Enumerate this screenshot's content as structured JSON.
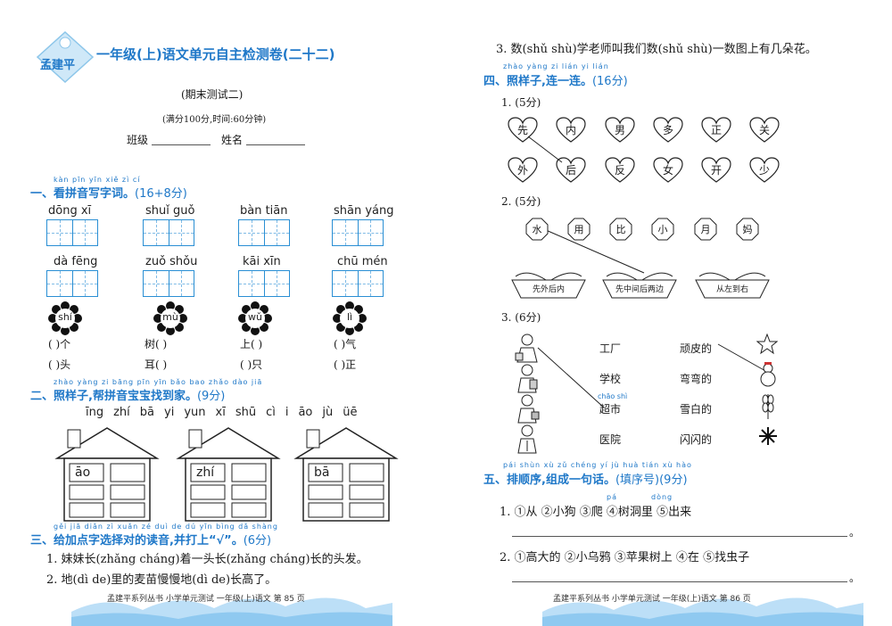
{
  "left": {
    "logo_text": "孟建平",
    "title": "一年级(上)语文单元自主检测卷(二十二)",
    "subtitle": "(期末测试二)",
    "meta": "(满分100分,时间:60分钟)",
    "class_label": "班级",
    "name_label": "姓名",
    "sec1": {
      "pinyin": "kàn pīn yīn xiě zì cí",
      "title": "一、看拼音写字词。",
      "points": "(16+8分)",
      "words": [
        "dōng xī",
        "shuǐ guǒ",
        "bàn tiān",
        "shān yáng",
        "dà fēng",
        "zuǒ shǒu",
        "kāi xīn",
        "chū mén"
      ],
      "flowers": [
        "shí",
        "mù",
        "wǔ",
        "lì"
      ],
      "row1": [
        "(    )个",
        "树(    )",
        "上(    )",
        "(    )气"
      ],
      "row2": [
        "(    )头",
        "耳(    )",
        "(    )只",
        "(    )正"
      ]
    },
    "sec2": {
      "pinyin": "zhào yàng zi   bāng pīn yīn bǎo bao zhǎo dào jiā",
      "title": "二、照样子,帮拼音宝宝找到家。",
      "points": "(9分)",
      "syllables": [
        "īng",
        "zhí",
        "bā",
        "yi",
        "yun",
        "xī",
        "shū",
        "cì",
        "i",
        "āo",
        "jù",
        "üē"
      ],
      "houses": [
        "āo",
        "zhí",
        "bā"
      ]
    },
    "sec3": {
      "pinyin": "gěi jiā diǎn zì xuǎn zé duì de dú yīn   bìng dǎ shàng",
      "title": "三、给加点字选择对的读音,并打上“√”。",
      "points": "(6分)",
      "q1": "1. 妹妹长(zhǎng  cháng)着一头长(zhǎng  cháng)长的头发。",
      "q2": "2. 地(dì  de)里的麦苗慢慢地(dì  de)长高了。"
    },
    "footer": "孟建平系列丛书    小学单元测试    一年级(上)语文    第 85 页"
  },
  "right": {
    "q3": "3. 数(shǔ  shù)学老师叫我们数(shǔ  shù)一数图上有几朵花。",
    "sec4": {
      "pinyin": "zhào yàng zi   lián yi lián",
      "title": "四、照样子,连一连。",
      "points": "(16分)",
      "p1": "1. (5分)",
      "hearts_top": [
        "先",
        "内",
        "男",
        "多",
        "正",
        "关"
      ],
      "hearts_bottom": [
        "外",
        "后",
        "反",
        "女",
        "开",
        "少"
      ],
      "p2": "2. (5分)",
      "hexes": [
        "水",
        "用",
        "比",
        "小",
        "月",
        "妈"
      ],
      "boats": [
        "先外后内",
        "先中间后两边",
        "从左到右"
      ],
      "p3": "3. (6分)",
      "places": [
        "工厂",
        "学校",
        "超市",
        "医院"
      ],
      "chaoshi_py": "chāo shì",
      "adjs": [
        "顽皮的",
        "弯弯的",
        "雪白的",
        "闪闪的"
      ]
    },
    "sec5": {
      "pinyin": "pái shùn xù   zǔ chéng   yí   jù huà   tián xù hào",
      "title": "五、排顺序,组成一句话。",
      "points": "(填序号)(9分)",
      "pa_py": "pá",
      "dong_py": "dòng",
      "s1": "1. ①从  ②小狗  ③爬  ④树洞里  ⑤出来",
      "s2": "2. ①高大的  ②小乌鸦  ③苹果树上  ④在  ⑤找虫子"
    },
    "footer": "孟建平系列丛书    小学单元测试    一年级(上)语文    第 86 页"
  }
}
